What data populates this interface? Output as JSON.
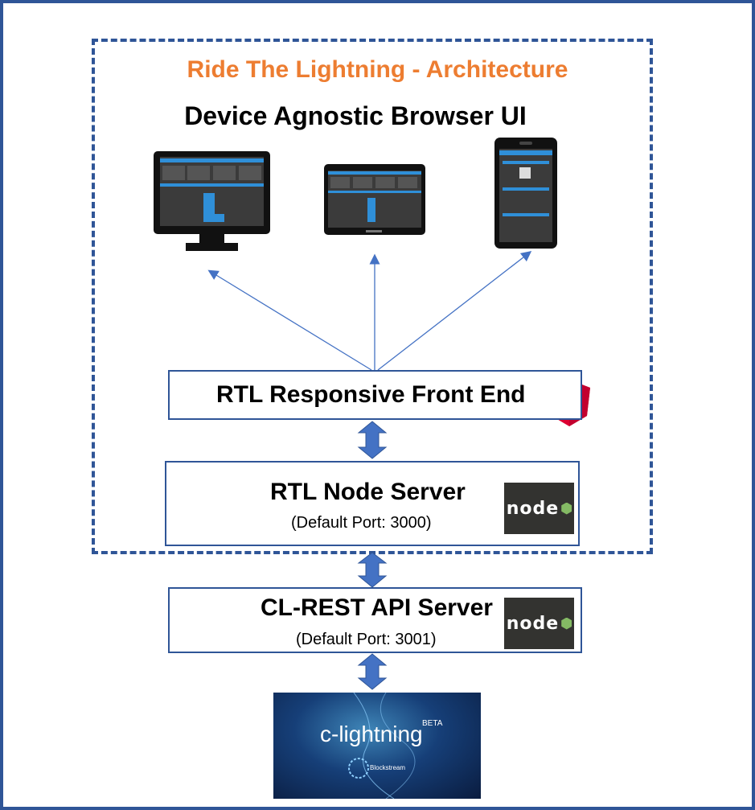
{
  "title": "Ride The Lightning - Architecture",
  "subtitle": "Device Agnostic Browser UI",
  "front_end": {
    "label": "RTL Responsive Front End"
  },
  "node_server": {
    "label": "RTL Node Server",
    "port": "(Default Port: 3000)"
  },
  "rest_server": {
    "label": "CL-REST API Server",
    "port": "(Default Port: 3001)"
  },
  "node_logo_text": "node",
  "clightning": {
    "text": "c-lightning",
    "badge": "BETA",
    "vendor": "Blockstream"
  },
  "colors": {
    "frame": "#2f5597",
    "title": "#ed7d31",
    "arrow": "#4472c4"
  },
  "icons": [
    "desktop-monitor",
    "tablet",
    "phone",
    "angular-logo",
    "nodejs-logo",
    "clightning-logo",
    "double-arrow"
  ]
}
